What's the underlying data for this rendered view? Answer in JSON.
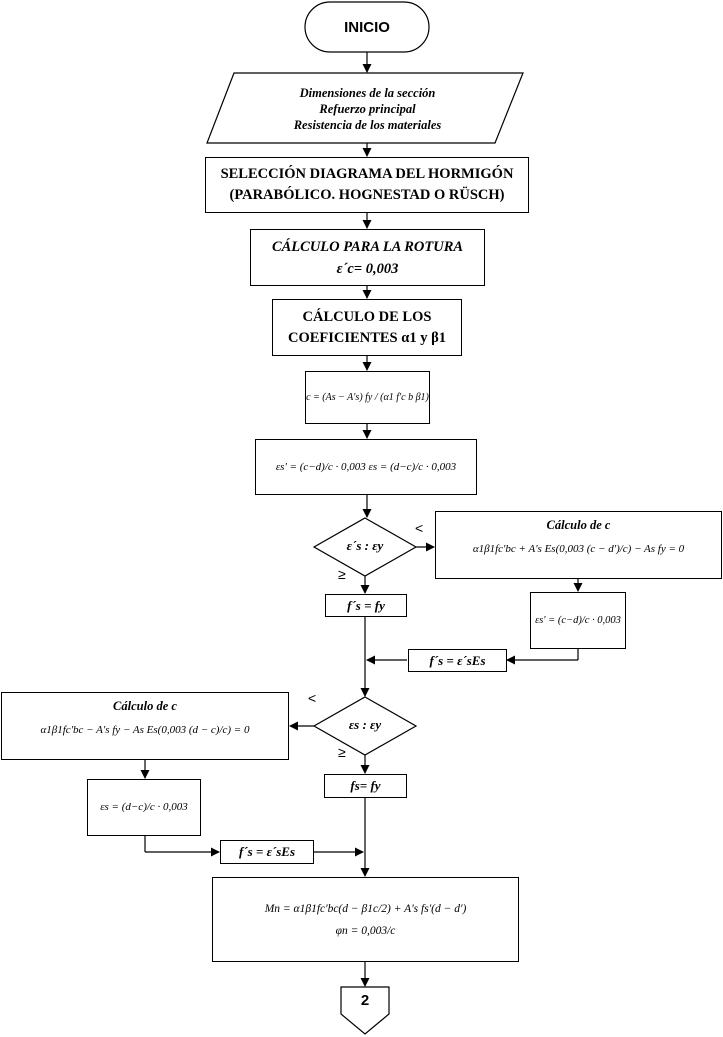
{
  "start": "INICIO",
  "inputs": [
    "Dimensiones de la sección",
    "Refuerzo principal",
    "Resistencia de los materiales"
  ],
  "select_diagram": [
    "SELECCIÓN DIAGRAMA DEL HORMIGÓN",
    "(PARABÓLICO. HOGNESTAD O RÜSCH)"
  ],
  "rupture": {
    "line1": "CÁLCULO PARA LA ROTURA",
    "line2": "ε´c= 0,003"
  },
  "coefficients": {
    "line1": "CÁLCULO DE LOS",
    "line2": "COEFICIENTES α1 y β1"
  },
  "eq_c": "c = (As − A's) fy / (α1 f'c b β1)",
  "eq_strains": "εs' = (c−d)/c · 0,003     εs = (d−c)/c · 0,003",
  "decision1": {
    "text": "ε´s : εy",
    "less": "<",
    "geq": "≥"
  },
  "calc_c_1": {
    "title": "Cálculo de c",
    "equation": "α1β1fc'bc + A's Es(0,003 (c − d')/c) − As fy = 0"
  },
  "eq_es_prime": "εs' = (c−d)/c · 0,003",
  "assign_fs_prime_fy": "f´s = fy",
  "assign_fs_prime_Es_1": "f´s = ε´sEs",
  "decision2": {
    "text": "εs : εy",
    "less": "<",
    "geq": "≥"
  },
  "calc_c_2": {
    "title": "Cálculo de c",
    "equation": "α1β1fc'bc − A's fy − As Es(0,003 (d − c)/c) = 0"
  },
  "eq_es": "εs = (d−c)/c · 0,003",
  "assign_fs_fy": "fs= fy",
  "assign_fs_prime_Es_2": "f´s = ε´sEs",
  "result": {
    "mn": "Mn = α1β1fc'bc(d − β1c/2) + A's fs'(d − d')",
    "phi": "φn = 0,003/c"
  },
  "connector": "2"
}
